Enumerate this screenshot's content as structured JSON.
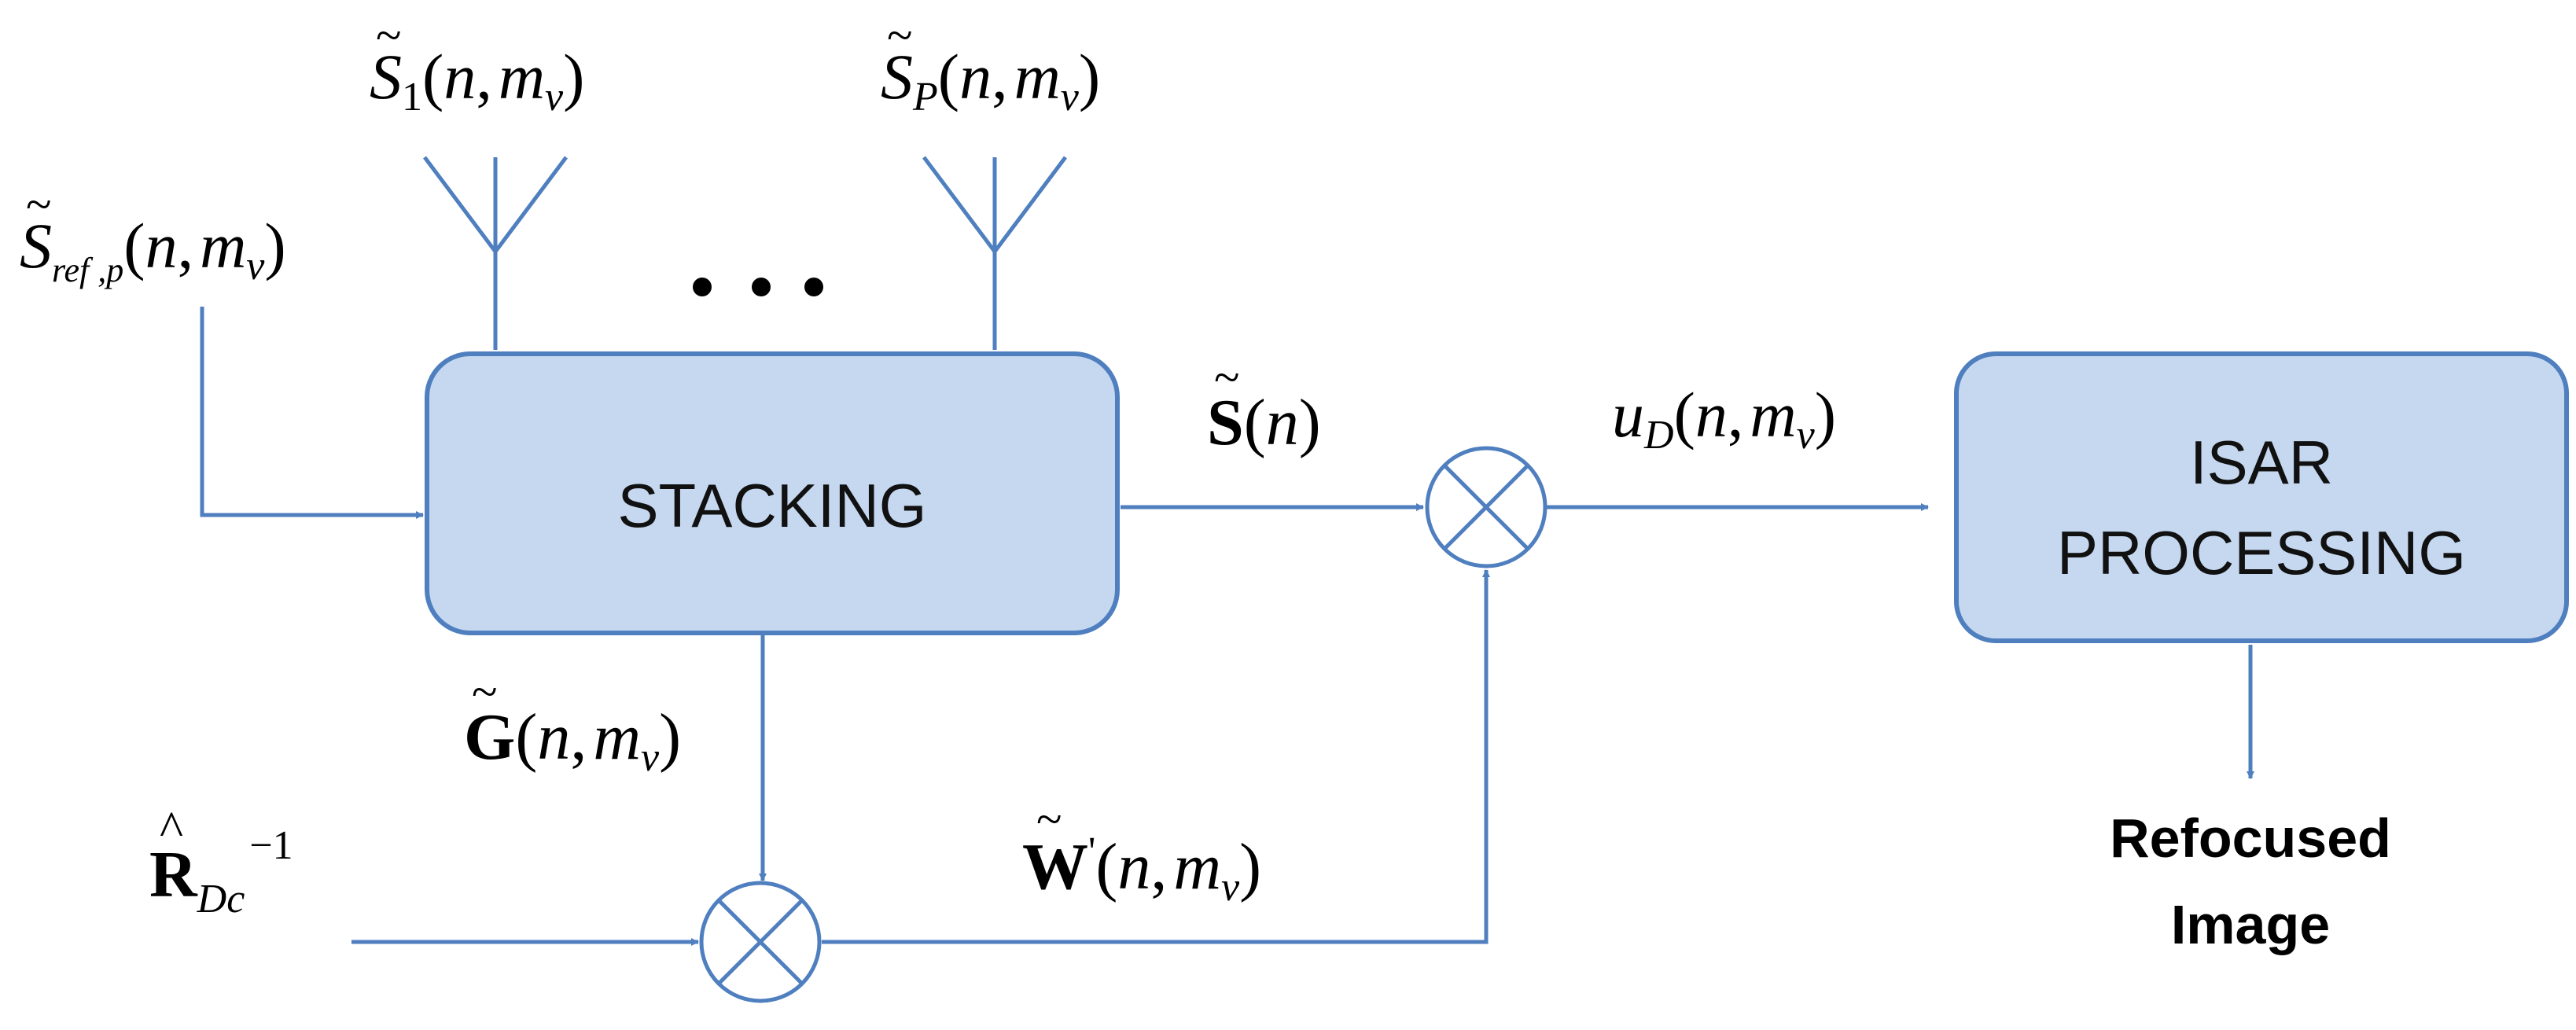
{
  "blocks": {
    "stacking": "STACKING",
    "isar_line1": "ISAR",
    "isar_line2": "PROCESSING"
  },
  "output": {
    "line1": "Refocused",
    "line2": "Image"
  },
  "symbols": {
    "tilde": "~",
    "hat": "^",
    "S": "S",
    "G": "G",
    "W": "W",
    "R": "R",
    "u": "u",
    "n": "n",
    "m": "m",
    "nu": "ν",
    "comma": ",",
    "lparen": "(",
    "rparen": ")",
    "sub_1": "1",
    "sub_P": "P",
    "sub_ref_p": "ref ,p",
    "sub_D": "D",
    "sub_Dc": "Dc",
    "sup_inv": "−1",
    "prime": "'"
  },
  "colors": {
    "block_fill": "#c5d8f0",
    "block_stroke": "#4f7fbf",
    "wire": "#4f7fbf"
  }
}
